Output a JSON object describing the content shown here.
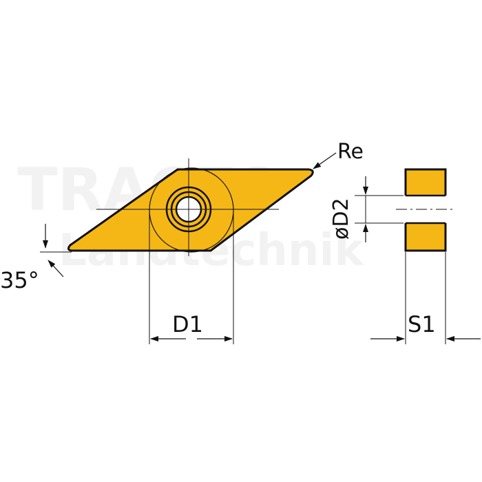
{
  "watermark": {
    "line1": "TRACTO",
    "line2": "Landtechnik"
  },
  "labels": {
    "re": "Re",
    "d2": "øD2",
    "angle": "35°",
    "d1": "D1",
    "s1": "S1"
  },
  "colors": {
    "insert_fill": "#F5B715",
    "outline": "#111111",
    "background": "#FFFFFF"
  }
}
